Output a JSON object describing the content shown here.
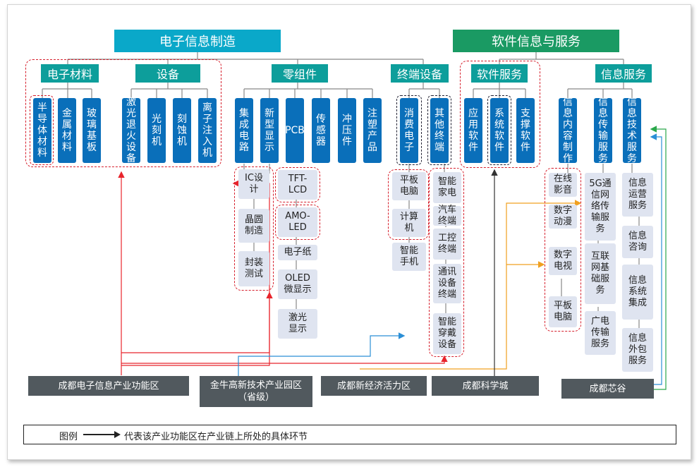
{
  "top": {
    "electronics": "电子信息制造",
    "software_services": "软件信息与服务"
  },
  "categories": {
    "electronic_materials": "电子材料",
    "equipment": "设备",
    "components": "零组件",
    "terminal_devices": "终端设备",
    "software_services": "软件服务",
    "info_services": "信息服务"
  },
  "items": {
    "semiconductor_materials": "半导体材料",
    "metal_materials": "金属材料",
    "glass_substrate": "玻璃基板",
    "laser_annealing": "激光退火设备",
    "lithography": "光刻机",
    "etching": "刻蚀机",
    "ion_implant": "离子注入机",
    "integrated_circuit": "集成电路",
    "new_display": "新型显示",
    "pcb": "PCB",
    "sensor": "传感器",
    "stamping": "冲压件",
    "injection_molding": "注塑产品",
    "consumer_electronics": "消费电子",
    "other_terminals": "其他终端",
    "application_software": "应用软件",
    "system_software": "系统软件",
    "support_software": "支撑软件",
    "info_content": "信息内容制作",
    "info_transmission": "信息传输服务",
    "info_tech": "信息技术服务"
  },
  "sub": {
    "ic_design": "IC设计",
    "wafer": "晶圆制造",
    "packaging": "封装测试",
    "tft_lcd": "TFT-LCD",
    "amoled": "AMO-LED",
    "epaper": "电子纸",
    "oled_micro": "OLED微显示",
    "laser_display": "激光显示",
    "tablet": "平板电脑",
    "computer": "计算机",
    "smartphone": "智能手机",
    "smart_appliance": "智能家电",
    "vehicle_terminal": "汽车终端",
    "industrial_terminal": "工控终端",
    "comm_equipment": "通讯设备终端",
    "wearable": "智能穿戴设备",
    "online_video": "在线影音",
    "digital_anime": "数字动漫",
    "digital_tv": "数字电视",
    "tablet_content": "平板电脑",
    "fiveg": "5G通信网络传输服务",
    "internet_infra": "互联网基础服务",
    "broadcast": "广电传输服务",
    "info_operation": "信息运营服务",
    "info_consult": "信息咨询",
    "sys_integration": "信息系统集成",
    "outsourcing": "信息外包服务"
  },
  "zones": {
    "chengdu_electronics": "成都电子信息产业功能区",
    "jinniu": "金牛高新技术产业园区（省级）",
    "new_economy": "成都新经济活力区",
    "science_city": "成都科学城",
    "xingu": "成都芯谷"
  },
  "legend": {
    "label": "图例",
    "text": "代表该产业功能区在产业链上所处的具体环节"
  },
  "colors": {
    "top_electronics": "#0aa8c9",
    "top_software": "#1a9a63",
    "category": "#0d9e9b",
    "item": "#0a6fba",
    "sub": "#dfe4f0",
    "zone": "#51595e",
    "dashed": "#d61f2c",
    "arrow_red": "#e8242c",
    "arrow_blue": "#2b8fd6",
    "arrow_orange": "#f0a020",
    "arrow_green": "#2aa84a",
    "arrow_dark": "#333333"
  }
}
